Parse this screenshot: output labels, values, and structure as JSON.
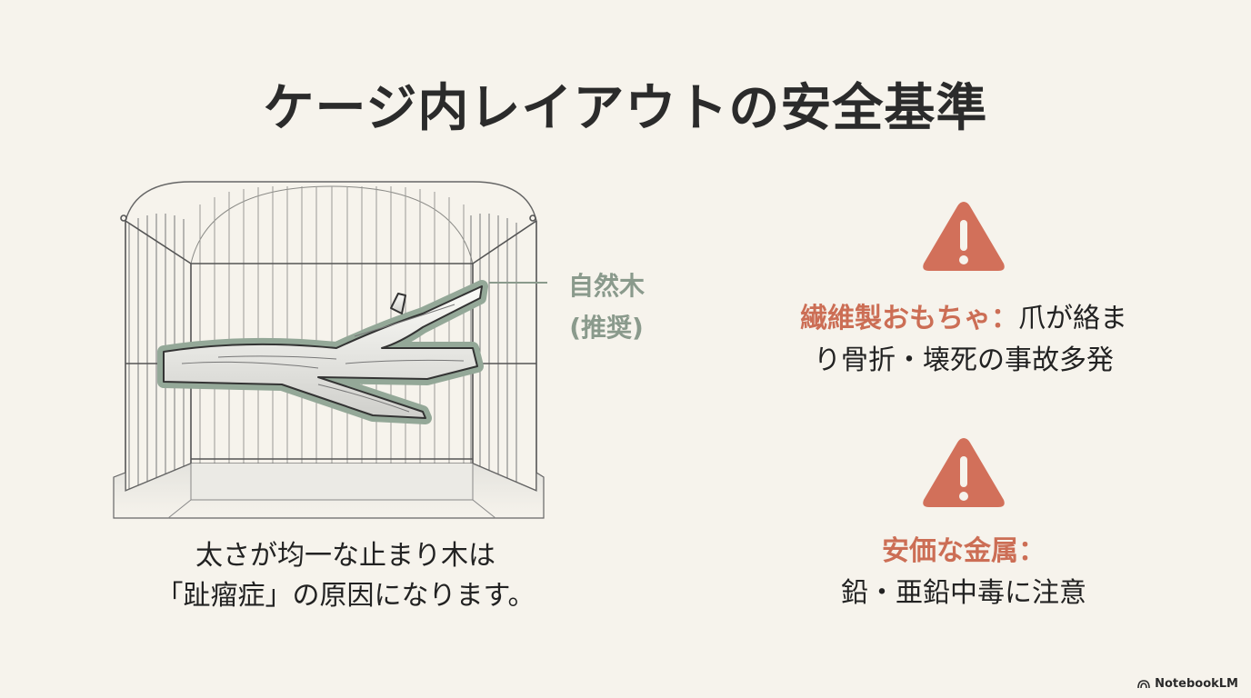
{
  "slide": {
    "title": "ケージ内レイアウトの安全基準",
    "background_color": "#f6f3ec"
  },
  "illustration": {
    "subject": "bird-cage-with-natural-wood-perch",
    "callout": {
      "line1": "自然木",
      "line2": "(推奨)",
      "color": "#8a9a8c"
    },
    "highlight_color": "#94a898"
  },
  "caption": {
    "line1": "太さが均一な止まり木は",
    "line2": "「趾瘤症」の原因になります。"
  },
  "warnings": [
    {
      "icon": "warning-triangle-icon",
      "label": "繊維製おもちゃ：",
      "text_line1": "爪が絡ま",
      "text_line2": "り骨折・壊死の事故多発"
    },
    {
      "icon": "warning-triangle-icon",
      "label": "安価な金属：",
      "text_line1": "",
      "text_line2": "鉛・亜鉛中毒に注意"
    }
  ],
  "colors": {
    "warning": "#d2705a",
    "warning_label": "#cc6e55",
    "text": "#222222"
  },
  "branding": {
    "label": "NotebookLM"
  }
}
